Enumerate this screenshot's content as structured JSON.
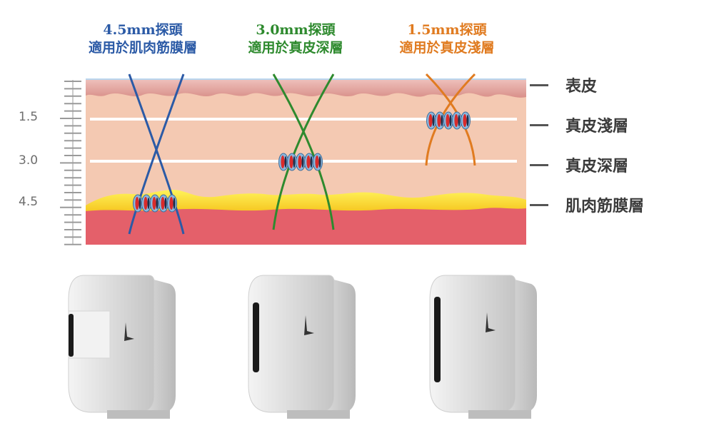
{
  "probes": [
    {
      "depth": "4.5mm探頭",
      "usage": "適用於肌肉筋膜層",
      "color": "#2b5aa6"
    },
    {
      "depth": "3.0mm探頭",
      "usage": "適用於真皮深層",
      "color": "#2e8a2e"
    },
    {
      "depth": "1.5mm探頭",
      "usage": "適用於真皮淺層",
      "color": "#e07b20"
    }
  ],
  "layers": [
    "表皮",
    "真皮淺層",
    "真皮深層",
    "肌肉筋膜層"
  ],
  "scale": [
    "1.5",
    "3.0",
    "4.5"
  ],
  "icons": [
    "probe-device-icon",
    "focus-point-icon",
    "logo-mark-icon"
  ]
}
